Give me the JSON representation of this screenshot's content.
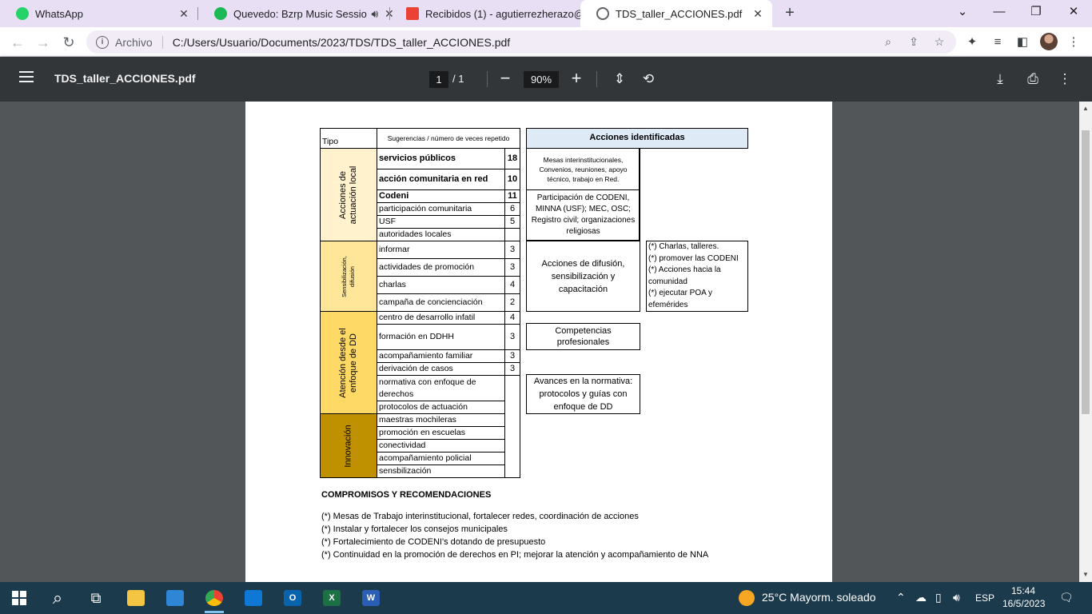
{
  "tabs": [
    {
      "title": "WhatsApp",
      "color": "#25d366"
    },
    {
      "title": "Quevedo: Bzrp Music Sessio",
      "color": "#1db954"
    },
    {
      "title": "Recibidos (1) - agutierrezherazo@",
      "color": "#ea4335"
    },
    {
      "title": "TDS_taller_ACCIONES.pdf",
      "color": "#5f6368"
    }
  ],
  "address": {
    "chip": "Archivo",
    "url": "C:/Users/Usuario/Documents/2023/TDS/TDS_taller_ACCIONES.pdf"
  },
  "pdf_toolbar": {
    "file_name": "TDS_taller_ACCIONES.pdf",
    "page_current": "1",
    "page_total": "/ 1",
    "zoom": "90%"
  },
  "doc": {
    "header_tipo": "Tipo",
    "header_sugerencias": "Sugerencias / número de veces repetido",
    "header_acciones": "Acciones identificadas",
    "categories": [
      {
        "label": "Acciones de actuación local"
      },
      {
        "label": "Sensibilización, difusión"
      },
      {
        "label": "Atención desde el enfoque de DD"
      },
      {
        "label": "Innovación"
      }
    ],
    "rows": [
      {
        "text": "servicios públicos",
        "count": "18"
      },
      {
        "text": "acción comunitaria en red",
        "count": "10"
      },
      {
        "text": "Codeni",
        "count": "11"
      },
      {
        "text": "participación comunitaria",
        "count": "6"
      },
      {
        "text": "USF",
        "count": "5"
      },
      {
        "text": "autoridades locales",
        "count": ""
      },
      {
        "text": "informar",
        "count": "3"
      },
      {
        "text": "actividades de promoción",
        "count": "3"
      },
      {
        "text": "charlas",
        "count": "4"
      },
      {
        "text": "campaña de concienciación",
        "count": "2"
      },
      {
        "text": "centro de desarrollo infatil",
        "count": "4"
      },
      {
        "text": "formación en DDHH",
        "count": "3"
      },
      {
        "text": "acompañamiento familiar",
        "count": "3"
      },
      {
        "text": "derivación de casos",
        "count": "3"
      },
      {
        "text": "normativa con enfoque de",
        "text2": "derechos",
        "count": ""
      },
      {
        "text": "protocolos de actuación",
        "count": ""
      },
      {
        "text": "maestras mochileras",
        "count": ""
      },
      {
        "text": "promoción en escuelas",
        "count": ""
      },
      {
        "text": "conectividad",
        "count": ""
      },
      {
        "text": "acompañamiento policial",
        "count": ""
      },
      {
        "text": "sensbilización",
        "count": ""
      }
    ],
    "actions": [
      "Mesas interinstitucionales, Convenios, reuniones, apoyo técnico, trabajo en Red.",
      "Participación de CODENI, MINNA (USF); MEC, OSC; Registro civil; organizaciones religiosas",
      "Acciones de difusión, sensibilización y capacitación",
      "Competencias profesionales",
      "Avances en la normativa: protocolos y guías con enfoque de DD"
    ],
    "side_notes": [
      "(*) Charlas, talleres.",
      "(*) promover las CODENI",
      "(*) Acciones hacia la",
      "comunidad",
      "(*) ejecutar POA y",
      "efemérides"
    ],
    "compromisos_title": "COMPROMISOS Y RECOMENDACIONES",
    "compromisos": [
      "(*) Mesas de Trabajo interinstitucional, fortalecer redes, coordinación de acciones",
      "(*) Instalar y fortalecer los consejos municipales",
      "(*) Fortalecimiento de CODENI's dotando de presupuesto",
      "(*) Continuidad en la promoción de derechos en PI; mejorar la atención y acompañamiento de NNA"
    ]
  },
  "taskbar": {
    "weather": "25°C  Mayorm. soleado",
    "lang": "ESP",
    "time": "15:44",
    "date": "16/5/2023"
  }
}
